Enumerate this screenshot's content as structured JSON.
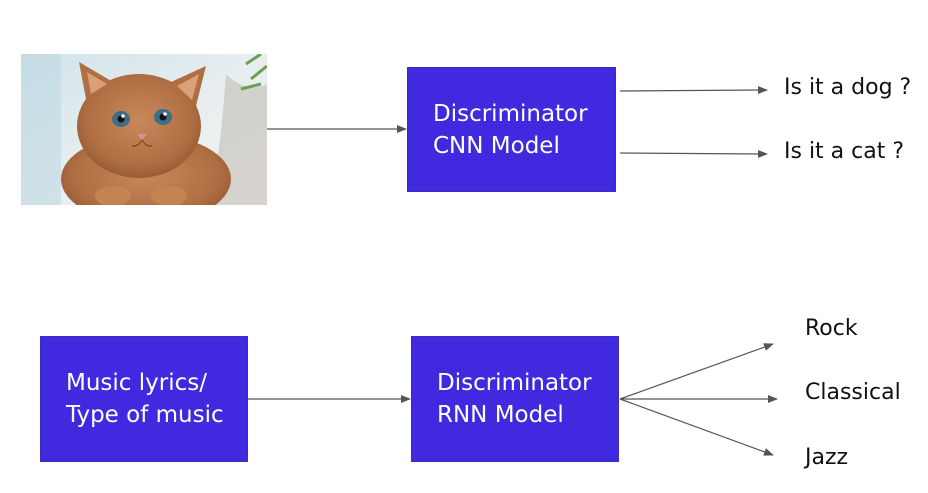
{
  "diagram": {
    "row1": {
      "model_box": {
        "line1": "Discriminator",
        "line2": "CNN Model"
      },
      "outputs": [
        "Is it a dog ?",
        "Is it a cat ?"
      ]
    },
    "row2": {
      "input_box": {
        "line1": "Music lyrics/",
        "line2": "Type of music"
      },
      "model_box": {
        "line1": "Discriminator",
        "line2": "RNN Model"
      },
      "outputs": [
        "Rock",
        "Classical",
        "Jazz"
      ]
    }
  },
  "colors": {
    "box_fill": "#4129e0",
    "arrow": "#555555",
    "text": "#111111"
  },
  "icons": {
    "image_input": "kitten-photo"
  }
}
